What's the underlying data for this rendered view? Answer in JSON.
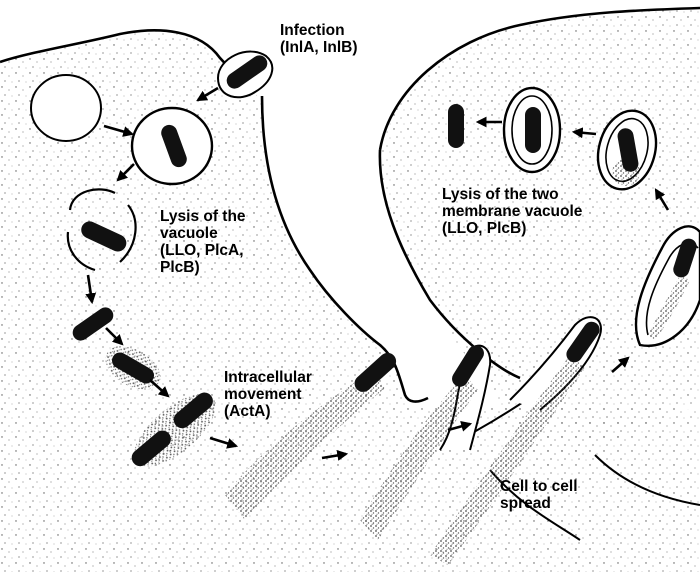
{
  "labels": {
    "infection": [
      "Infection",
      "(InlA, InlB)"
    ],
    "lysis_vacuole": [
      "Lysis of the",
      "vacuole",
      "(LLO, PlcA,",
      "PlcB)"
    ],
    "intracellular": [
      "Intracellular",
      "movement",
      "(ActA)"
    ],
    "lysis_two": [
      "Lysis of the two",
      "membrane vacuole",
      "(LLO, PlcB)"
    ],
    "spread": [
      "Cell to cell",
      "spread"
    ]
  },
  "colors": {
    "ink": "#000000",
    "paper": "#ffffff",
    "speckle": "#5a5a5a",
    "actin_tail": "#6b6b6b"
  },
  "icons": {
    "bacterium": "dark rounded rod",
    "arrow": "arrow-icon"
  }
}
